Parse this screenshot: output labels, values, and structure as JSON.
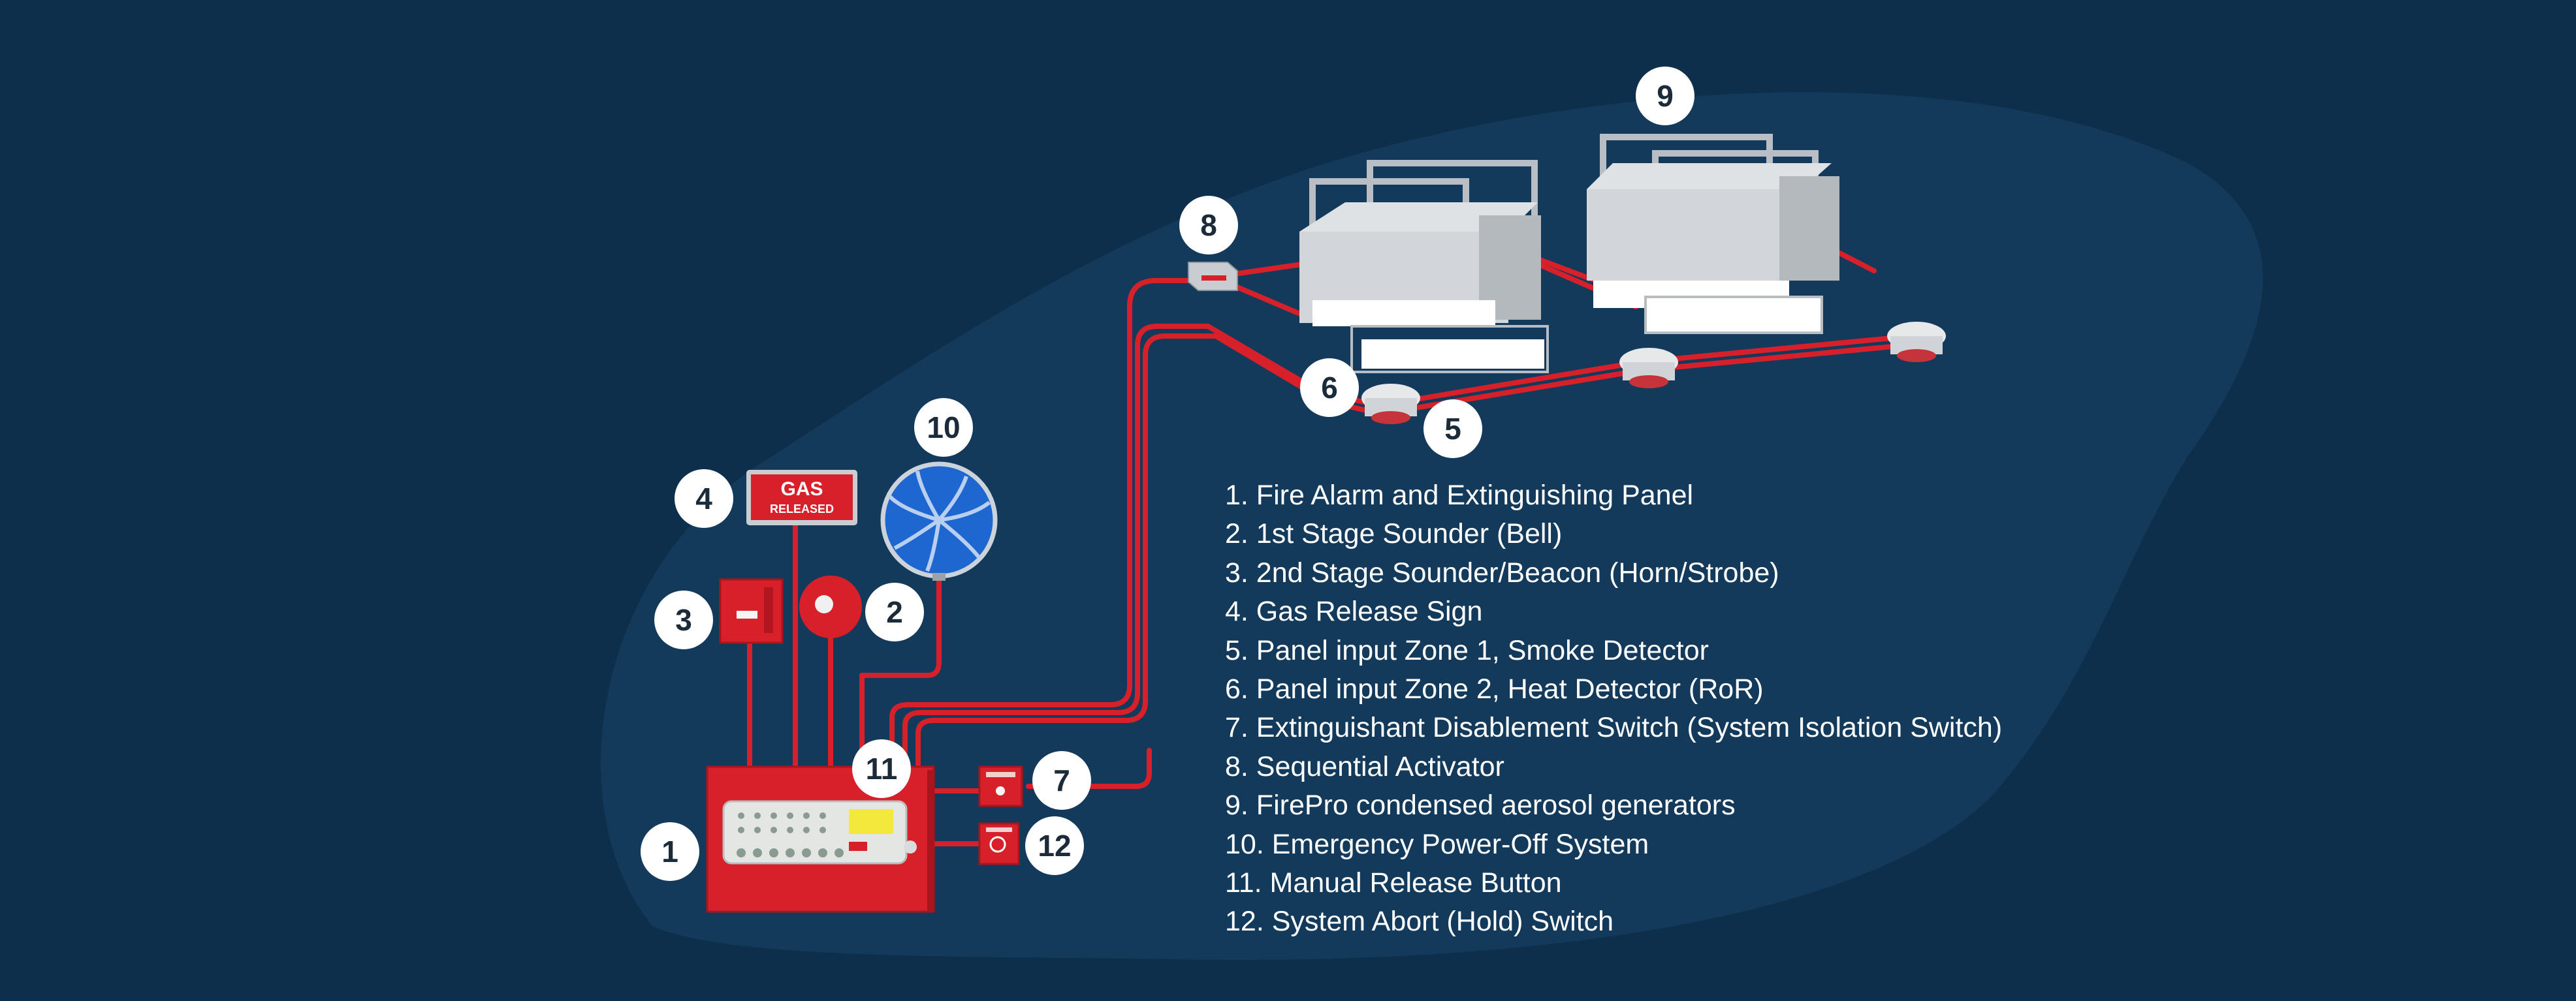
{
  "colors": {
    "background": "#0d2f4b",
    "halo": "#133a5a",
    "wire": "#d8202b",
    "panel_red": "#d8202b",
    "steel": "#c9cdd2",
    "badge": "#ffffff",
    "badge_text": "#1c2b3a",
    "legend_text": "#ffffff"
  },
  "components": {
    "fire_alarm_panel": {
      "number": "1"
    },
    "stage1_sounder_bell": {
      "number": "2"
    },
    "stage2_sounder_beacon": {
      "number": "3"
    },
    "gas_release_sign": {
      "number": "4",
      "sign_title": "GAS",
      "sign_subtitle": "RELEASED"
    },
    "smoke_detector": {
      "number": "5"
    },
    "heat_detector": {
      "number": "6"
    },
    "disablement_switch": {
      "number": "7"
    },
    "sequential_activator": {
      "number": "8"
    },
    "aerosol_generators": {
      "number": "9"
    },
    "emergency_power_off": {
      "number": "10"
    },
    "manual_release_button": {
      "number": "11"
    },
    "abort_hold_switch": {
      "number": "12"
    }
  },
  "legend": [
    "1.   Fire Alarm and Extinguishing Panel",
    "2.  1st Stage Sounder (Bell)",
    "3.  2nd Stage Sounder/Beacon (Horn/Strobe)",
    "4.  Gas Release Sign",
    "5.  Panel input Zone 1, Smoke Detector",
    "6.  Panel input Zone 2, Heat Detector (RoR)",
    "7.   Extinguishant Disablement Switch (System Isolation Switch)",
    "8.  Sequential Activator",
    "9.  FirePro condensed aerosol generators",
    "10. Emergency Power-Off System",
    "11.  Manual Release Button",
    "12. System Abort (Hold) Switch"
  ]
}
